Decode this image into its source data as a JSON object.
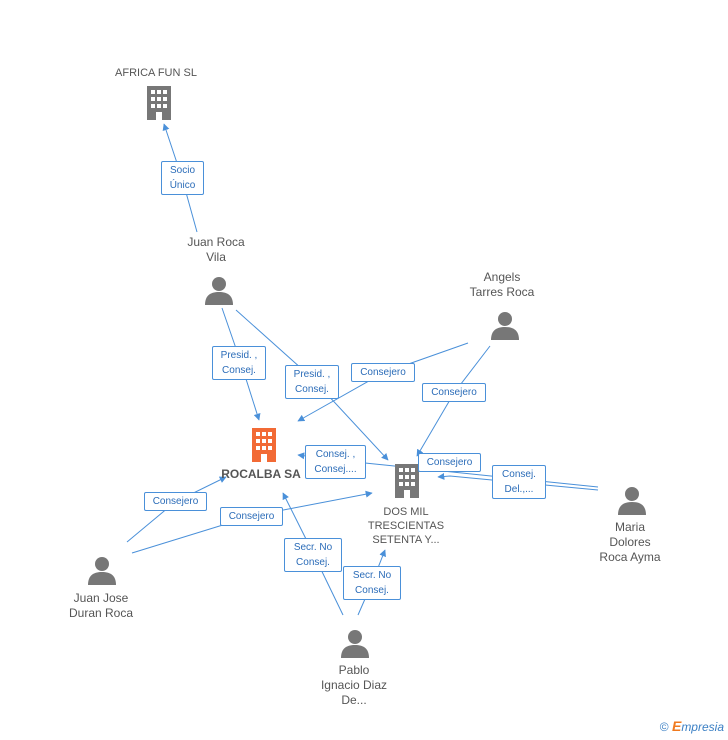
{
  "diagram": {
    "nodes": {
      "africa": {
        "label": "AFRICA FUN SL",
        "type": "company"
      },
      "juan_roca": {
        "label_lines": [
          "Juan Roca",
          "Vila"
        ],
        "type": "person"
      },
      "angels": {
        "label_lines": [
          "Angels",
          "Tarres Roca"
        ],
        "type": "person"
      },
      "rocalba": {
        "label": "ROCALBA SA",
        "type": "company-main"
      },
      "dos_mil": {
        "label_lines": [
          "DOS MIL",
          "TRESCIENTAS",
          "SETENTA Y..."
        ],
        "type": "company"
      },
      "maria": {
        "label_lines": [
          "Maria",
          "Dolores",
          "Roca Ayma"
        ],
        "type": "person"
      },
      "juan_jose": {
        "label_lines": [
          "Juan Jose",
          "Duran Roca"
        ],
        "type": "person"
      },
      "pablo": {
        "label_lines": [
          "Pablo",
          "Ignacio Diaz",
          "De..."
        ],
        "type": "person"
      }
    },
    "edge_labels": {
      "socio_unico": [
        "Socio",
        "Único"
      ],
      "presid_1": [
        "Presid. ,",
        "Consej."
      ],
      "presid_2": [
        "Presid. ,",
        "Consej."
      ],
      "consejero_angels_rocalba": [
        "Consejero"
      ],
      "consejero_angels_dosmil": [
        "Consejero"
      ],
      "consej_maria_rocalba": [
        "Consej. ,",
        "Consej...."
      ],
      "consejero_maria_dosmil": [
        "Consejero"
      ],
      "consej_del": [
        "Consej.",
        "Del.,..."
      ],
      "consejero_jj_rocalba": [
        "Consejero"
      ],
      "consejero_jj_dosmil": [
        "Consejero"
      ],
      "secr_1": [
        "Secr.  No",
        "Consej."
      ],
      "secr_2": [
        "Secr.  No",
        "Consej."
      ]
    }
  },
  "colors": {
    "edge": "#4a90d9",
    "edge_text": "#2b6cb8",
    "node_icon": "#777777",
    "main_company": "#f26a35"
  },
  "footer": {
    "copyright": "©",
    "brand_initial": "E",
    "brand_rest": "mpresia"
  }
}
